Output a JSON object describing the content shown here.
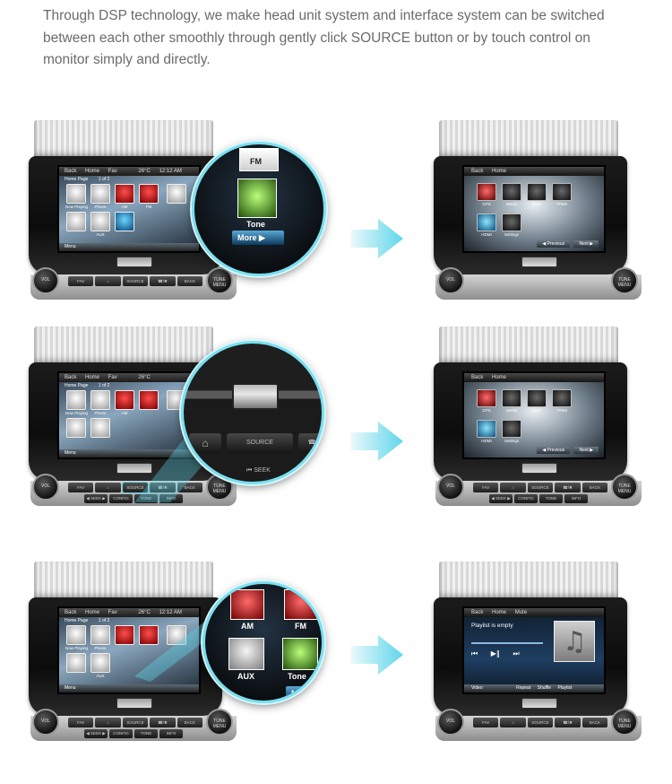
{
  "intro": {
    "line1": "Through DSP technology, we make head unit system and interface system can be switched",
    "line2": "between each other smoothly through gently click SOURCE button or by touch control on",
    "line3": "monitor simply and directly."
  },
  "head_unit": {
    "topbar": {
      "back": "Back",
      "home": "Home",
      "fav": "Fav",
      "temp": "26°C",
      "time": "12:12 AM"
    },
    "sub": {
      "page_title": "Home Page",
      "page_count": "1 of 2"
    },
    "apps": [
      "Now Playing",
      "Phone",
      "AM",
      "FM",
      "",
      "",
      "AUX",
      ""
    ],
    "bottom": {
      "menu": "Menu"
    },
    "controls": {
      "vol": "VOL",
      "tune": "TUNE MENU",
      "fav": "FAV",
      "source": "SOURCE",
      "phone": "☎/✖",
      "back": "BACK",
      "seek": "◀ SEEK ▶",
      "config": "CONFIG",
      "tone": "TONE",
      "info": "INFO"
    }
  },
  "zoom1": {
    "fm": "FM",
    "tone": "Tone",
    "more": "More ▶"
  },
  "zoom2": {
    "source": "SOURCE",
    "seek": "⏮ SEEK"
  },
  "zoom3": {
    "am": "AM",
    "fm": "FM",
    "aux": "AUX",
    "tone": "Tone",
    "more": "More"
  },
  "source_screen": {
    "topbar": {
      "back": "Back",
      "home": "Home"
    },
    "apps": [
      "GPS",
      "Media",
      "DVR",
      "TPMS",
      "HDMI",
      "Settings"
    ],
    "prev": "◀ Previous",
    "next": "Next ▶"
  },
  "player_screen": {
    "topbar": {
      "back": "Back",
      "home": "Home",
      "mute": "Mute"
    },
    "message": "Playlist is empty",
    "controls": {
      "prev": "⏮",
      "play": "▶‖",
      "next": "⏭"
    },
    "bottom": {
      "video": "Video",
      "repeat": "Repeat",
      "shuffle": "Shuffle",
      "playlist": "Playlist"
    }
  },
  "colors": {
    "accent": "#5fd6ea",
    "text": "#6b6b6b"
  }
}
